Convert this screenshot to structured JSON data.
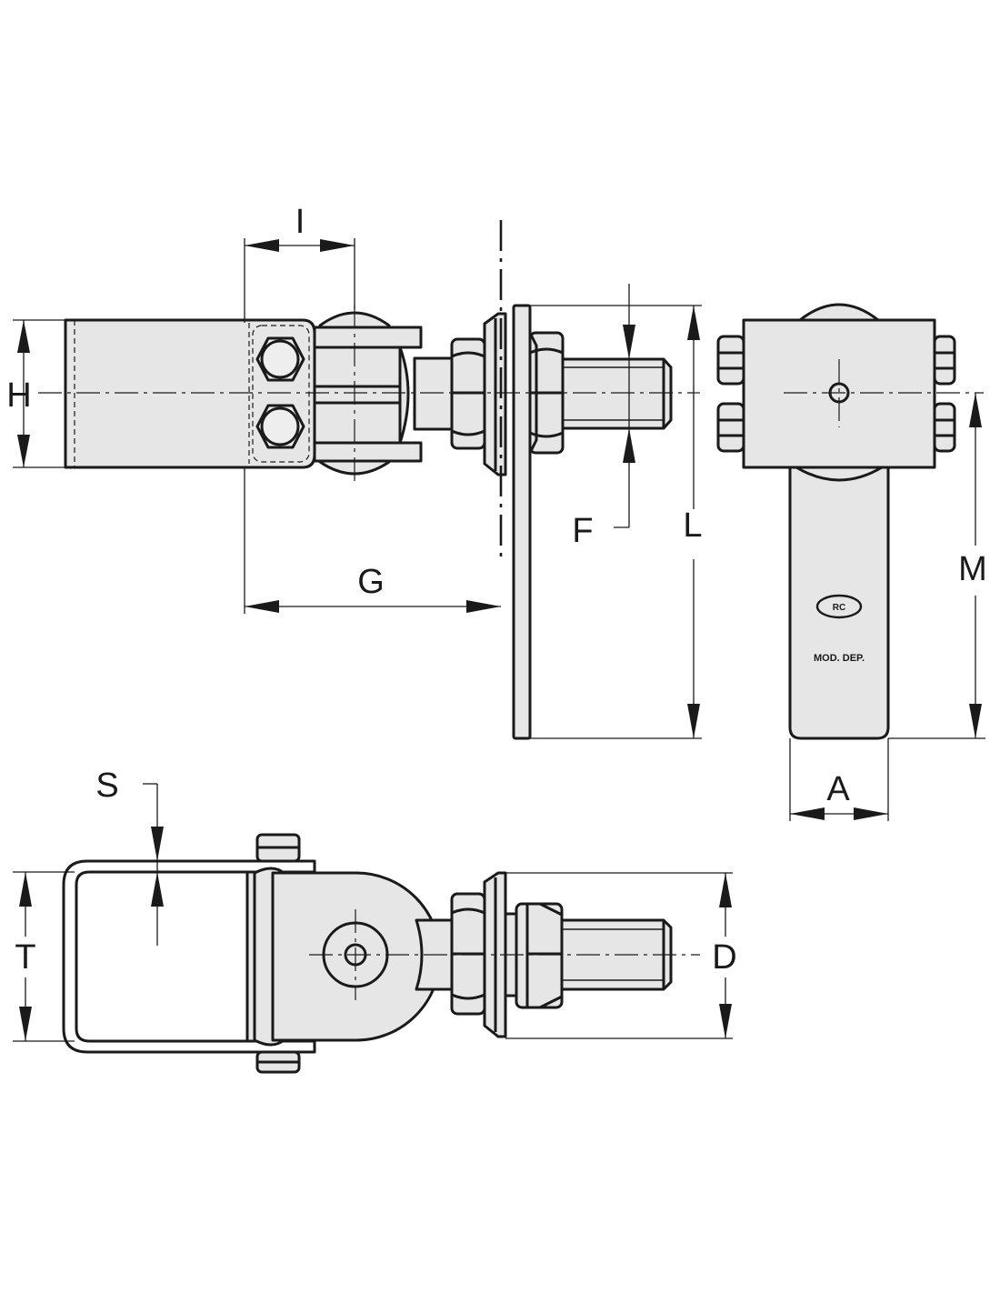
{
  "dimensions": {
    "H": "H",
    "I": "I",
    "G": "G",
    "F": "F",
    "L": "L",
    "M": "M",
    "A": "A",
    "S": "S",
    "T": "T",
    "D": "D"
  },
  "plate_marking": "MOD. DEP.",
  "logo_glyph": "RC",
  "colors": {
    "line": "#1a1a1a",
    "fill": "#e6e6e6",
    "background": "#ffffff"
  },
  "icons": {
    "logo": "maker-logo-icon",
    "nut": "hex-nut-icon"
  }
}
